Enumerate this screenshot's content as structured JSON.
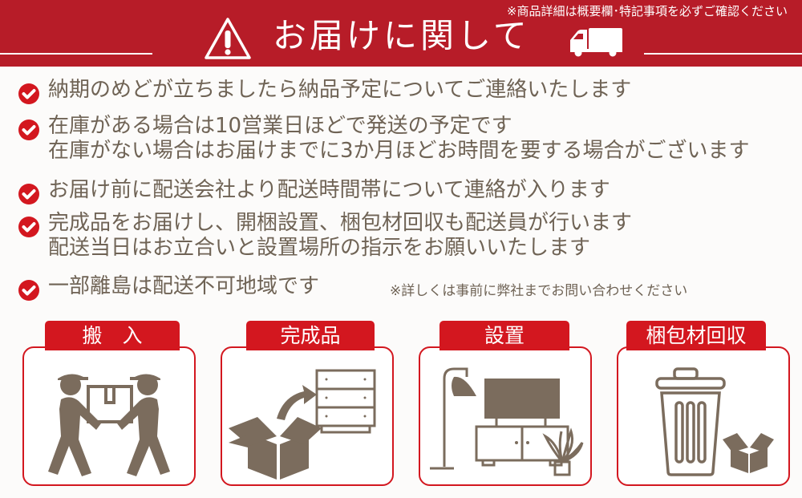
{
  "header": {
    "notice": "※商品詳細は概要欄･特記事項を必ずご確認ください",
    "title": "お届けに関して",
    "icons": [
      "warning-icon",
      "truck-icon"
    ],
    "background_color": "#b71c28"
  },
  "items": [
    {
      "icon": "check-circle-icon",
      "lines": [
        "納期のめどが立ちましたら納品予定についてご連絡いたします"
      ]
    },
    {
      "icon": "check-circle-icon",
      "lines": [
        "在庫がある場合は10営業日ほどで発送の予定です",
        "在庫がない場合はお届けまでに3か月ほどお時間を要する場合がございます"
      ]
    },
    {
      "icon": "check-circle-icon",
      "lines": [
        "お届け前に配送会社より配送時間帯について連絡が入ります"
      ]
    },
    {
      "icon": "check-circle-icon",
      "lines": [
        "完成品をお届けし、開梱設置、梱包材回収も配送員が行います",
        "配送当日はお立合いと設置場所の指示をお願いいたします"
      ]
    },
    {
      "icon": "check-circle-icon",
      "lines": [
        "一部離島は配送不可地域です"
      ]
    }
  ],
  "sub_note": "※詳しくは事前に弊社までお問い合わせください",
  "cards": [
    {
      "label": "搬　入",
      "icon": "movers-carrying-box-icon"
    },
    {
      "label": "完成品",
      "icon": "box-to-dresser-icon"
    },
    {
      "label": "設置",
      "icon": "living-room-setup-icon"
    },
    {
      "label": "梱包材回収",
      "icon": "trash-bin-box-icon"
    }
  ],
  "colors": {
    "accent_red": "#d3171f",
    "header_red": "#b71c28",
    "text_brown": "#6f6355",
    "icon_brown": "#7b6c5d"
  }
}
